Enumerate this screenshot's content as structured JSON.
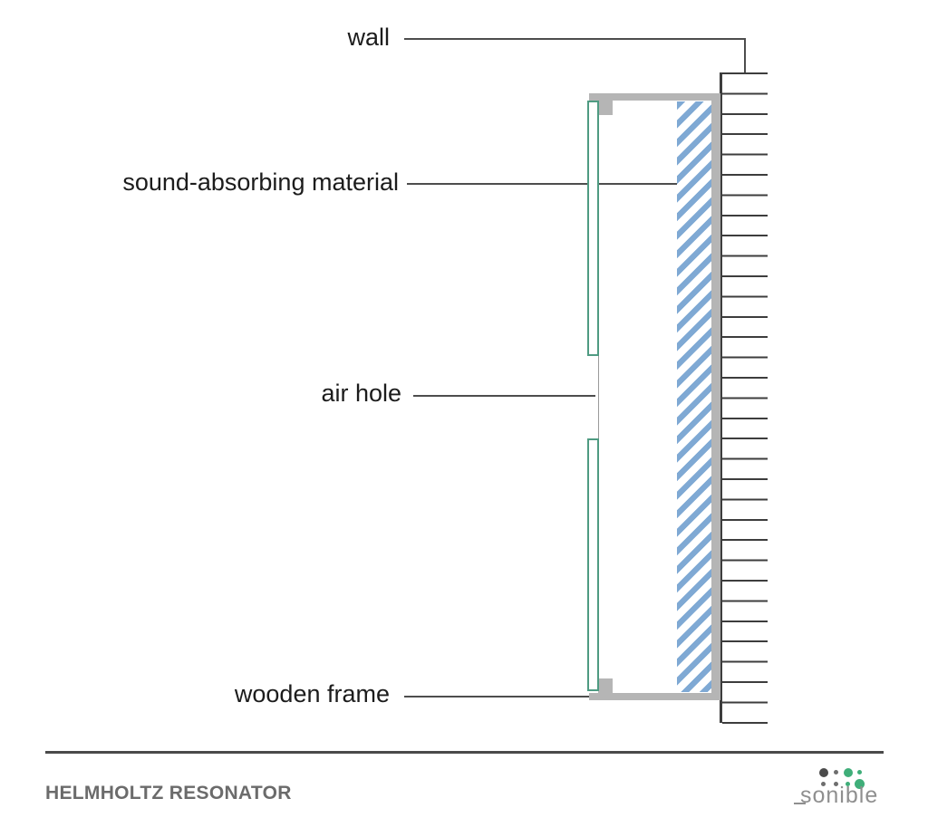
{
  "diagram": {
    "labels": {
      "wall": "wall",
      "absorber": "sound-absorbing material",
      "air_hole": "air hole",
      "frame": "wooden frame"
    },
    "colors": {
      "absorber-blue": "#7fa9d4",
      "frame-gray": "#b5b5b5",
      "panel-green": "#4f9b82",
      "wall-line": "#3d3d3d",
      "leader-line": "#4d4d4d",
      "label-text": "#1c1c1c",
      "footer-text": "#6b6b6b",
      "brand-gray": "#8f8f8f",
      "brand-green": "#3fae79",
      "brand-dark": "#4b4b4b"
    }
  },
  "footer": {
    "title": "HELMHOLTZ RESONATOR",
    "brand": "sonible"
  }
}
